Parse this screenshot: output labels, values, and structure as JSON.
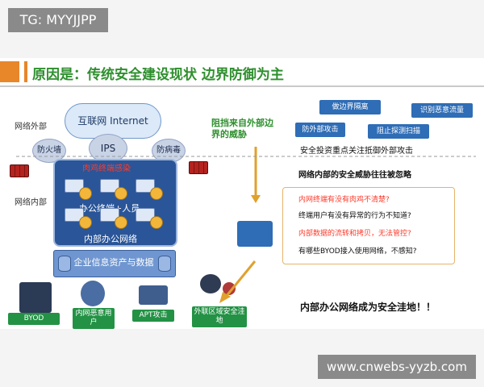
{
  "watermarks": {
    "top": "TG: MYYJJPP",
    "bottom": "www.cnwebs-yyzb.com"
  },
  "slide": {
    "title": "原因是：传统安全建设现状  边界防御为主",
    "colors": {
      "title": "#2e8f2e",
      "accent": "#e8862a",
      "network_blue": "#2a5598",
      "chip_blue": "#2f6db6",
      "label_green": "#239245",
      "threat_red": "#ff3a2a",
      "arrow_gold": "#e0a12d"
    },
    "zones": {
      "external": "网络外部",
      "internal": "网络内部"
    },
    "cloud": "互联网 Internet",
    "perimeter": {
      "firewall": "防火墙",
      "ips": "IPS",
      "antivirus": "防病毒"
    },
    "office": {
      "red_note": "肉鸡终端感染",
      "label": "办公终端+人员",
      "network_label": "内部办公网络"
    },
    "assets": "企业信息资产与数据",
    "bottom_icons": [
      {
        "label": "BYOD",
        "icon": "mobile-phone-icon"
      },
      {
        "label": "内网恶意用户",
        "icon": "malicious-user-icon"
      },
      {
        "label": "APT攻击",
        "icon": "apt-attack-icon"
      },
      {
        "label": "外联区域安全洼地",
        "icon": "external-link-icon"
      }
    ],
    "external_threat": "阻挡来自外部边界的威胁",
    "chips": [
      "做边界隔离",
      "识别恶意流量",
      "防外部攻击",
      "阻止探测扫描"
    ],
    "investment_focus": "安全投资重点关注抵御外部攻击",
    "internal_ignored": "网络内部的安全威胁往往被忽略",
    "threats": [
      {
        "text": "内网终端有没有肉鸡不清楚?",
        "color": "red"
      },
      {
        "text": "终端用户有没有异常的行为不知道?",
        "color": "black"
      },
      {
        "text": "内部数据的流转和拷贝，无法管控?",
        "color": "red"
      },
      {
        "text": "有哪些BYOD接入使用网络，不感知?",
        "color": "black"
      }
    ],
    "conclusion": "内部办公网络成为安全洼地！！"
  }
}
